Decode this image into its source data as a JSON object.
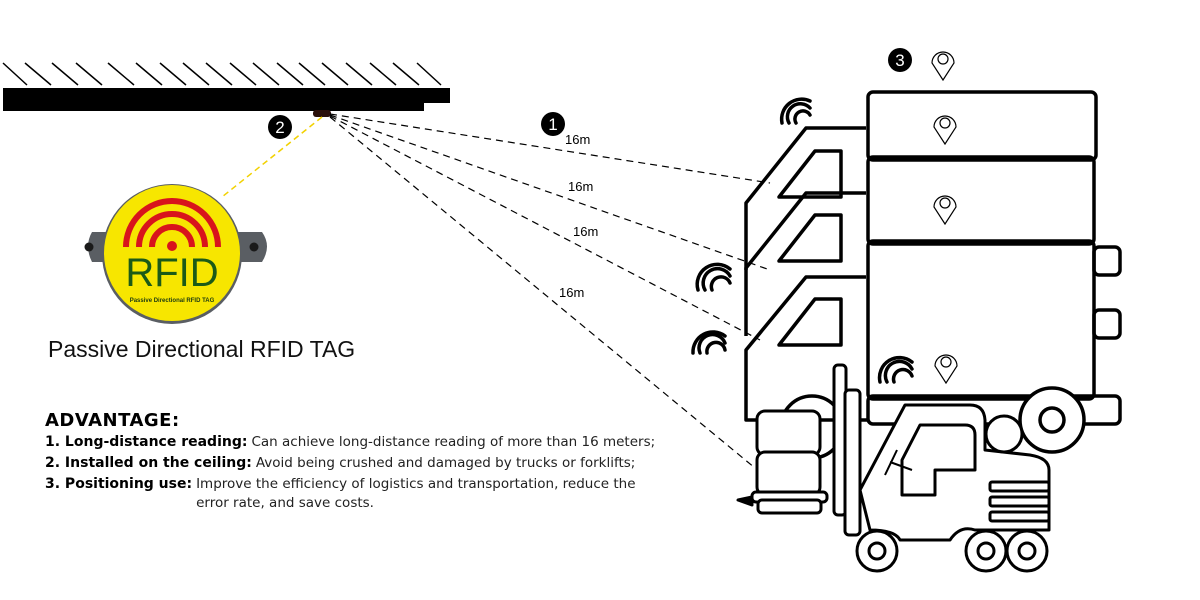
{
  "tag": {
    "logo_text": "RFID",
    "logo_subtext": "Passive Directional RFID TAG",
    "caption": "Passive Directional RFID TAG",
    "colors": {
      "body": "#f7e600",
      "arcs": "#d8141c",
      "text": "#1c5a17",
      "housing": "#5a5e63"
    }
  },
  "markers": [
    {
      "number": "1"
    },
    {
      "number": "2"
    },
    {
      "number": "3"
    }
  ],
  "distances": [
    "16m",
    "16m",
    "16m",
    "16m"
  ],
  "advantage": {
    "heading": "ADVANTAGE:",
    "items": [
      {
        "label": "1. Long-distance reading:",
        "text": "Can achieve long-distance reading of more than 16 meters;"
      },
      {
        "label": "2. Installed on the ceiling:",
        "text": "Avoid being crushed and damaged by trucks or forklifts;"
      },
      {
        "label": "3. Positioning use:",
        "text": "Improve the efficiency of logistics and transportation, reduce the error rate, and save costs."
      }
    ]
  },
  "colors": {
    "line": "#000000",
    "leader": "#f2d100"
  }
}
